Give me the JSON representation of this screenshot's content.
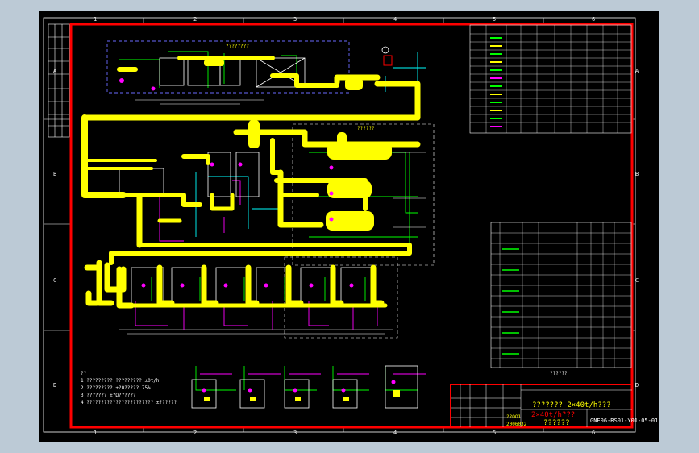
{
  "drawing": {
    "column_labels": [
      "1",
      "2",
      "3",
      "4",
      "5",
      "6"
    ],
    "row_labels": [
      "A",
      "B",
      "C",
      "D"
    ],
    "drawing_number": "GNE06-RS01-Y01-05-01",
    "title_line_1": "??????? 2×40t/h???",
    "title_line_2": "2×40t/h???",
    "title_line_3": "??????",
    "company_code": "??ΩΩ1",
    "date_code": "2006032",
    "parts_list_caption": "??????",
    "notes_heading": "??",
    "notes": [
      "1.?????????,?????????        ±0t/h",
      "2.?????????   ±?0?????      75%",
      "3.???????    ±?Ω??????",
      "4.???????????????????????  ±??????"
    ],
    "yellow_callout_1": "????????",
    "yellow_callout_2": "??????",
    "colors": {
      "sheet": "#000000",
      "border_red": "#ff0000",
      "pipe_yellow": "#ffff00",
      "line_green": "#00ff00",
      "line_magenta": "#ff00ff",
      "line_cyan": "#00ffff",
      "line_white": "#ffffff",
      "line_blue": "#4060ff"
    }
  }
}
